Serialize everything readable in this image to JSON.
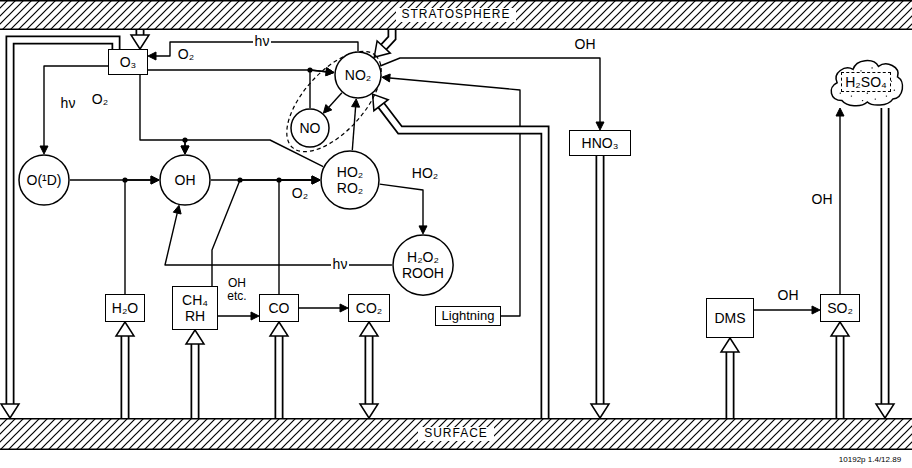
{
  "diagram": {
    "nodes": [
      {
        "text": [
          "STRATOSPHERE"
        ]
      },
      {
        "text": [
          "O₃"
        ]
      },
      {
        "text": [
          "NO₂"
        ]
      },
      {
        "text": [
          "NO"
        ]
      },
      {
        "text": [
          "O(¹D)"
        ]
      },
      {
        "text": [
          "OH"
        ]
      },
      {
        "text": [
          "HO₂ RO₂"
        ]
      },
      {
        "text": [
          "HNO₃"
        ]
      },
      {
        "text": [
          "H₂SO₄"
        ]
      },
      {
        "text": [
          "H₂O₂ ROOH"
        ]
      },
      {
        "text": [
          "H₂O"
        ]
      },
      {
        "text": [
          "CH₄ RH"
        ]
      },
      {
        "text": [
          "CO"
        ]
      },
      {
        "text": [
          "CO₂"
        ]
      },
      {
        "text": [
          "Lightning"
        ]
      },
      {
        "text": [
          "DMS"
        ]
      },
      {
        "text": [
          "SO₂"
        ]
      },
      {
        "text": [
          "SURFACE"
        ]
      }
    ],
    "edges": [
      {
        "from": 0,
        "to": 1,
        "arrow": "to"
      },
      {
        "from": 0,
        "to": 2,
        "arrow": "to"
      },
      {
        "from": 1,
        "to": 17,
        "arrow": "to"
      },
      {
        "from": 1,
        "to": 4,
        "arrow": "to",
        "label": "hν"
      },
      {
        "from": 1,
        "to": 2,
        "arrow": "to"
      },
      {
        "from": 3,
        "to": 2,
        "arrow": "to"
      },
      {
        "from": 2,
        "to": 3,
        "arrow": "to"
      },
      {
        "from": 2,
        "to": 1,
        "arrow": "to",
        "label": "hν"
      },
      {
        "from": 1,
        "to": 5,
        "arrow": "to"
      },
      {
        "from": 4,
        "to": 5,
        "arrow": "to"
      },
      {
        "from": 10,
        "to": 5,
        "arrow": "to"
      },
      {
        "from": 6,
        "to": 5,
        "arrow": "to"
      },
      {
        "from": 6,
        "to": 2,
        "arrow": "to"
      },
      {
        "from": 5,
        "to": 6,
        "arrow": "to",
        "label": "O₂"
      },
      {
        "from": 12,
        "to": 6,
        "arrow": "to"
      },
      {
        "from": 11,
        "to": 6,
        "arrow": "to"
      },
      {
        "from": 6,
        "to": 9,
        "arrow": "to",
        "label": "HO₂"
      },
      {
        "from": 9,
        "to": 5,
        "arrow": "to",
        "label": "hν"
      },
      {
        "from": 2,
        "to": 7,
        "arrow": "to",
        "label": "OH"
      },
      {
        "from": 7,
        "to": 17,
        "arrow": "to"
      },
      {
        "from": 14,
        "to": 2,
        "arrow": "to"
      },
      {
        "from": 17,
        "to": 2,
        "arrow": "to"
      },
      {
        "from": 11,
        "to": 12,
        "arrow": "to",
        "label": "OH etc."
      },
      {
        "from": 12,
        "to": 13,
        "arrow": "to"
      },
      {
        "from": 15,
        "to": 16,
        "arrow": "to",
        "label": "OH"
      },
      {
        "from": 16,
        "to": 8,
        "arrow": "to",
        "label": "OH"
      },
      {
        "from": 8,
        "to": 17,
        "arrow": "to"
      },
      {
        "from": 17,
        "to": 10,
        "arrow": "to"
      },
      {
        "from": 17,
        "to": 11,
        "arrow": "to"
      },
      {
        "from": 17,
        "to": 12,
        "arrow": "to"
      },
      {
        "from": 13,
        "to": 17,
        "arrow": "both"
      },
      {
        "from": 17,
        "to": 15,
        "arrow": "to"
      },
      {
        "from": 17,
        "to": 16,
        "arrow": "to"
      }
    ],
    "labels": [
      "O₂",
      "O₂",
      "10192p 1.4/12.89"
    ]
  }
}
